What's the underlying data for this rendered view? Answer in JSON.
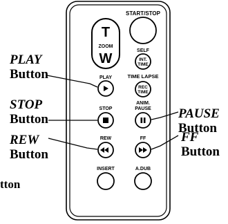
{
  "remote": {
    "start_stop": "START/STOP",
    "zoom_t": "T",
    "zoom_label": "ZOOM",
    "zoom_w": "W",
    "self_label": "SELF",
    "int_time_line1": "INT.",
    "int_time_line2": "TIME",
    "play_label": "PLAY",
    "time_lapse": "TIME LAPSE",
    "rec_time_line1": "REC",
    "rec_time_line2": "TIME",
    "stop_label": "STOP",
    "anim_line1": "ANIM.",
    "anim_line2": "PAUSE",
    "rew_label": "REW",
    "ff_label": "FF",
    "insert_label": "INSERT",
    "adub_label": "A.DUB"
  },
  "callouts": {
    "play_name": "PLAY",
    "play_word": "Button",
    "stop_name": "STOP",
    "stop_word": "Button",
    "rew_name": "REW",
    "rew_word": "Button",
    "pause_name": "PAUSE",
    "pause_word": "Button",
    "ff_name": "FF",
    "ff_word": "Button",
    "cut_word": "tton"
  }
}
